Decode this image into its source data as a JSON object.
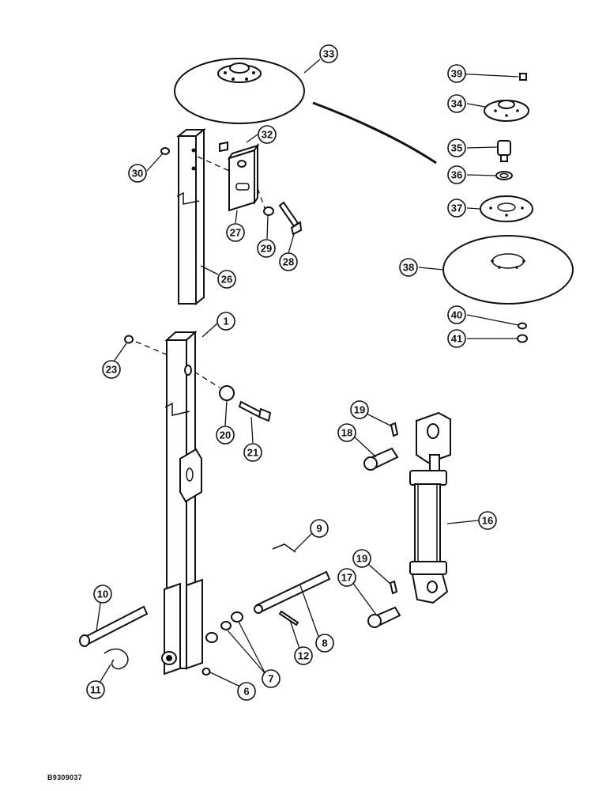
{
  "figure": {
    "code": "B9309037"
  },
  "callouts": [
    {
      "label": "1"
    },
    {
      "label": "6"
    },
    {
      "label": "7"
    },
    {
      "label": "8"
    },
    {
      "label": "9"
    },
    {
      "label": "10"
    },
    {
      "label": "11"
    },
    {
      "label": "12"
    },
    {
      "label": "16"
    },
    {
      "label": "17"
    },
    {
      "label": "18"
    },
    {
      "label": "19"
    },
    {
      "label": "19"
    },
    {
      "label": "20"
    },
    {
      "label": "21"
    },
    {
      "label": "23"
    },
    {
      "label": "26"
    },
    {
      "label": "27"
    },
    {
      "label": "28"
    },
    {
      "label": "29"
    },
    {
      "label": "30"
    },
    {
      "label": "32"
    },
    {
      "label": "33"
    },
    {
      "label": "34"
    },
    {
      "label": "35"
    },
    {
      "label": "36"
    },
    {
      "label": "37"
    },
    {
      "label": "38"
    },
    {
      "label": "39"
    },
    {
      "label": "40"
    },
    {
      "label": "41"
    }
  ]
}
